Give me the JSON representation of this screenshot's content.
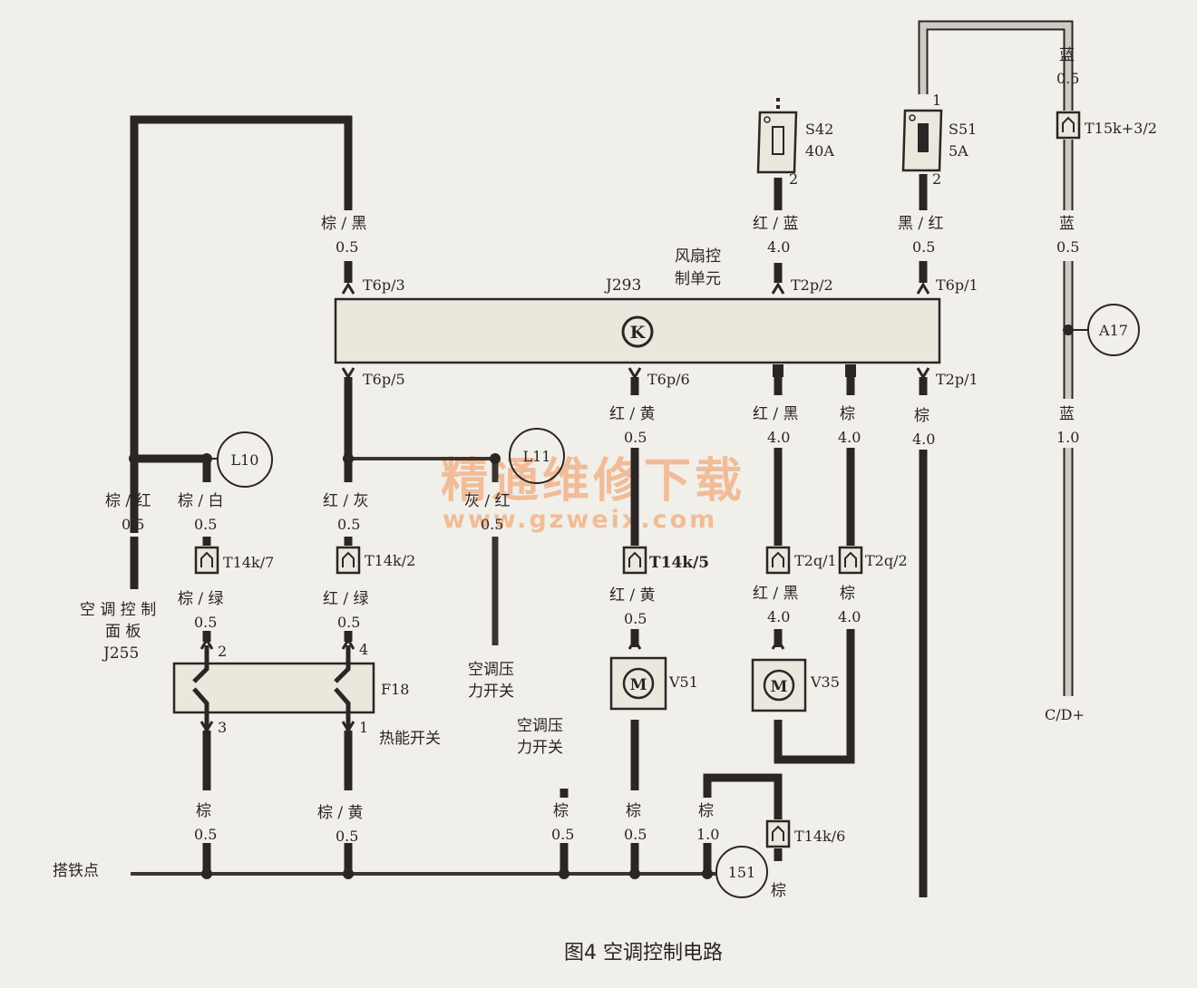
{
  "watermark": {
    "line1": "精通维修下载",
    "line2": "www.gzweix.com"
  },
  "caption": "图4 空调控制电路",
  "fan_unit": {
    "id": "J293",
    "name_line1": "风扇控",
    "name_line2": "制单元",
    "symbol": "K"
  },
  "fuses": [
    {
      "id": "S42",
      "rating": "40A",
      "pin_out": "2"
    },
    {
      "id": "S51",
      "rating": "5A",
      "pin_in": "1",
      "pin_out": "2"
    }
  ],
  "connectors": {
    "t6p3": "T6p/3",
    "t2p2": "T2p/2",
    "t6p1": "T6p/1",
    "t6p5": "T6p/5",
    "t6p6": "T6p/6",
    "t2p1": "T2p/1",
    "t14k7": "T14k/7",
    "t14k2": "T14k/2",
    "t14k5": "T14k/5",
    "t2q1": "T2q/1",
    "t2q2": "T2q/2",
    "t14k6": "T14k/6",
    "t15k": "T15k+3/2"
  },
  "wires": {
    "w_brown_black": {
      "color": "棕 / 黑",
      "gauge": "0.5"
    },
    "w_red_blue": {
      "color": "红 / 蓝",
      "gauge": "4.0"
    },
    "w_black_red": {
      "color": "黑 / 红",
      "gauge": "0.5"
    },
    "w_blue_top": {
      "color": "蓝",
      "gauge": "0.5"
    },
    "w_blue_mid": {
      "color": "蓝",
      "gauge": "0.5"
    },
    "w_blue_low": {
      "color": "蓝",
      "gauge": "1.0"
    },
    "w_red_yellow": {
      "color": "红 / 黄",
      "gauge": "0.5"
    },
    "w_red_black": {
      "color": "红 / 黑",
      "gauge": "4.0"
    },
    "w_brown_a": {
      "color": "棕",
      "gauge": "4.0"
    },
    "w_brown_b": {
      "color": "棕",
      "gauge": "4.0"
    },
    "w_brown_red": {
      "color": "棕 / 红",
      "gauge": "0.5"
    },
    "w_brown_white": {
      "color": "棕 / 白",
      "gauge": "0.5"
    },
    "w_red_gray": {
      "color": "红 / 灰",
      "gauge": "0.5"
    },
    "w_gray_red": {
      "color": "灰 / 红",
      "gauge": "0.5"
    },
    "w_brown_green": {
      "color": "棕 / 绿",
      "gauge": "0.5"
    },
    "w_red_green": {
      "color": "红 / 绿",
      "gauge": "0.5"
    },
    "w_red_yellow2": {
      "color": "红 / 黄",
      "gauge": "0.5"
    },
    "w_red_black2": {
      "color": "红 / 黑",
      "gauge": "4.0"
    },
    "w_brown_c": {
      "color": "棕",
      "gauge": "4.0"
    },
    "w_g_brown1": {
      "color": "棕",
      "gauge": "0.5"
    },
    "w_g_brown_yellow": {
      "color": "棕 / 黄",
      "gauge": "0.5"
    },
    "w_g_brown2": {
      "color": "棕",
      "gauge": "0.5"
    },
    "w_g_brown3": {
      "color": "棕",
      "gauge": "0.5"
    },
    "w_g_brown4": {
      "color": "棕",
      "gauge": "1.0"
    },
    "w_g_brown5": {
      "color": "棕"
    }
  },
  "nodes": {
    "l10": "L10",
    "l11": "L11",
    "a17": "A17",
    "g151": "151"
  },
  "panel": {
    "line1": "空 调 控 制",
    "line2": "面 板",
    "id": "J255"
  },
  "thermal_switch": {
    "id": "F18",
    "name": "热能开关",
    "pins": [
      "2",
      "4",
      "3",
      "1"
    ]
  },
  "pressure_switch_1": {
    "line1": "空调压",
    "line2": "力开关"
  },
  "pressure_switch_2": {
    "line1": "空调压",
    "line2": "力开关"
  },
  "motors": [
    {
      "id": "V51",
      "symbol": "M"
    },
    {
      "id": "V35",
      "symbol": "M"
    }
  ],
  "ground": {
    "label": "搭铁点"
  },
  "cd_plus": "C/D+"
}
